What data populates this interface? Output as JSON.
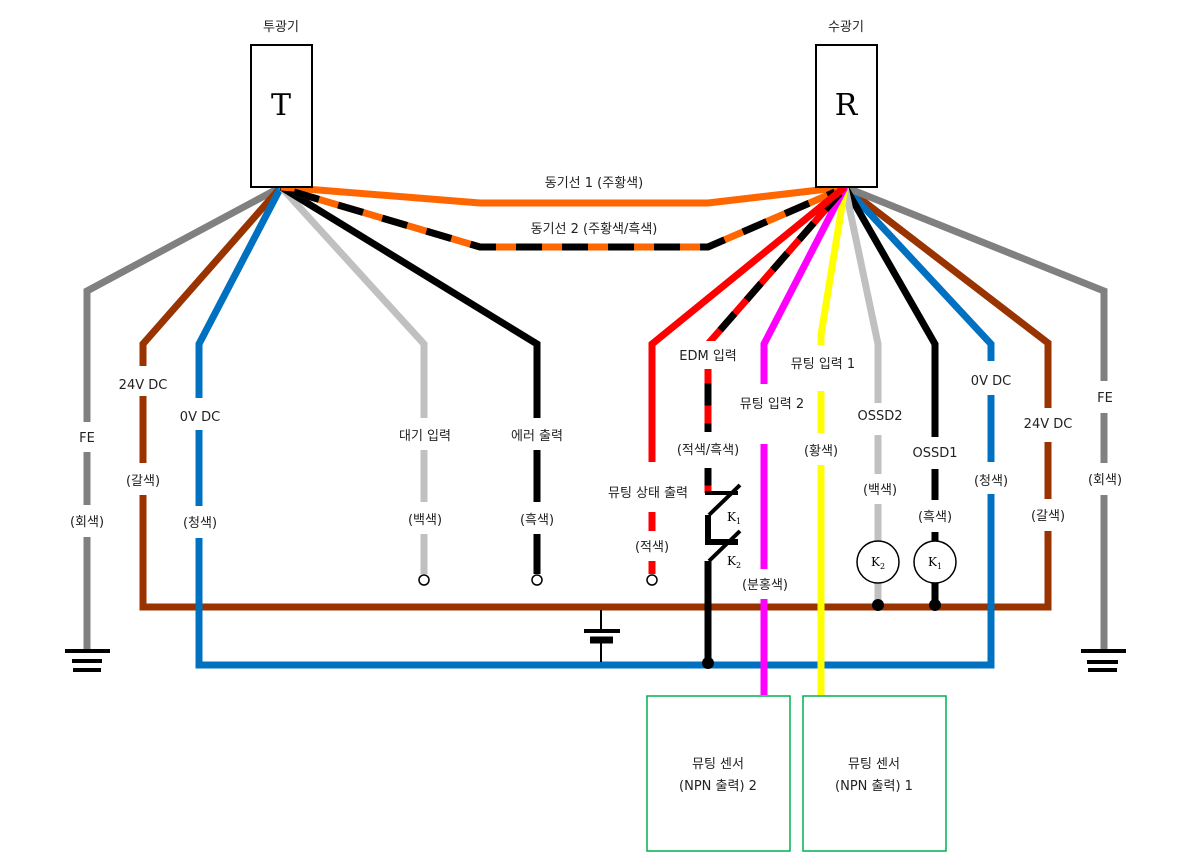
{
  "colors": {
    "orange": "#FF6600",
    "black": "#000000",
    "gray": "#808080",
    "brown": "#993300",
    "blue": "#0070C0",
    "lightgray": "#C0C0C0",
    "red": "#FF0000",
    "pink": "#FF00FF",
    "yellow": "#FFFF00",
    "green": "#00B050"
  },
  "emitter": {
    "title": "투광기",
    "letter": "T"
  },
  "receiver": {
    "title": "수광기",
    "letter": "R"
  },
  "sync_wires": {
    "sync1": "동기선 1 (주황색)",
    "sync2": "동기선 2 (주황색/흑색)"
  },
  "emitter_wires": {
    "fe": {
      "name": "FE",
      "color": "(회색)"
    },
    "v24": {
      "name": "24V DC",
      "color": "(갈색)"
    },
    "v0": {
      "name": "0V DC",
      "color": "(청색)"
    },
    "standby": {
      "name": "대기 입력",
      "color": "(백색)"
    },
    "error": {
      "name": "에러 출력",
      "color": "(흑색)"
    }
  },
  "receiver_wires": {
    "muting_status": {
      "name": "뮤팅 상태 출력",
      "color": "(적색)"
    },
    "edm": {
      "name": "EDM 입력",
      "color": "(적색/흑색)"
    },
    "muting2": {
      "name": "뮤팅 입력 2",
      "color": "(분홍색)"
    },
    "muting1": {
      "name": "뮤팅 입력 1",
      "color": "(황색)"
    },
    "ossd2": {
      "name": "OSSD2",
      "color": "(백색)"
    },
    "ossd1": {
      "name": "OSSD1",
      "color": "(흑색)"
    },
    "v0": {
      "name": "0V DC",
      "color": "(청색)"
    },
    "v24": {
      "name": "24V DC",
      "color": "(갈색)"
    },
    "fe": {
      "name": "FE",
      "color": "(회색)"
    }
  },
  "relays": {
    "k1": {
      "letter": "K",
      "sub": "1"
    },
    "k2": {
      "letter": "K",
      "sub": "2"
    }
  },
  "sensors": {
    "sensor2": {
      "line1": "뮤팅 센서",
      "line2": "(NPN 출력) 2"
    },
    "sensor1": {
      "line1": "뮤팅 센서",
      "line2": "(NPN 출력) 1"
    }
  }
}
